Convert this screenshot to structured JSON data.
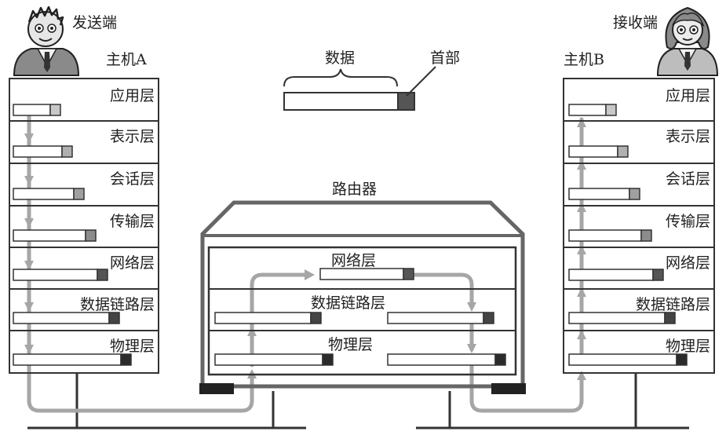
{
  "sender": {
    "caption": "发送端",
    "host": "主机A"
  },
  "receiver": {
    "caption": "接收端",
    "host": "主机B"
  },
  "legend": {
    "data": "数据",
    "header": "首部"
  },
  "router": {
    "title": "路由器"
  },
  "layers": [
    "应用层",
    "表示层",
    "会话层",
    "传输层",
    "网络层",
    "数据链路层",
    "物理层"
  ],
  "router_layers": [
    "网络层",
    "数据链路层",
    "物理层"
  ],
  "colors": {
    "outline": "#333333",
    "flow": "#a6a6a6",
    "header_light": "#c8c8c8",
    "header_mid": "#8c8c8c",
    "header_dark": "#555555",
    "header_black": "#2b2b2b"
  }
}
